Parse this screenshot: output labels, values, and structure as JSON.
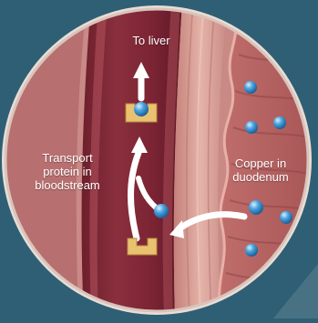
{
  "labels": {
    "to_liver": "To liver",
    "transport_protein": [
      "Transport",
      "protein in",
      "bloodstream"
    ],
    "copper": [
      "Copper in",
      "duodenum"
    ]
  },
  "colors": {
    "background": "#2f5f74",
    "vessel": "#8a2f3d",
    "vessel_lumen": "#7a2232",
    "vessel_wall": "#d69f95",
    "tissue": "#c98a86",
    "duodenum": "#b56464",
    "copper_atom": "#4aa3df",
    "transport_protein": "#e8c270",
    "arrow": "#ffffff"
  },
  "icons": {
    "copper_atom": "blue-sphere-icon",
    "transport_protein": "cup-shaped-protein-icon"
  }
}
